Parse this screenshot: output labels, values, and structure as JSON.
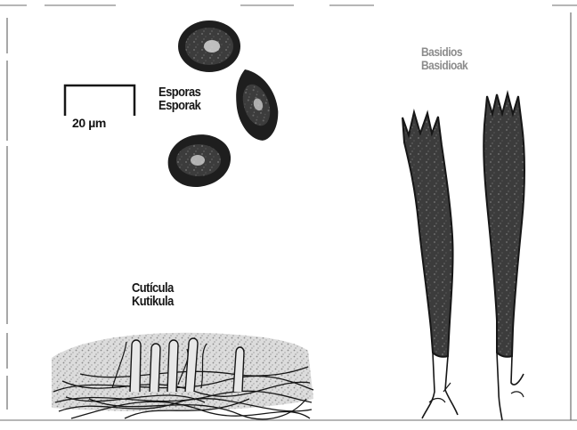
{
  "scale_bar": {
    "label": "20 µm"
  },
  "labels": {
    "spores": [
      "Esporas",
      "Esporak"
    ],
    "basidia": [
      "Basidios",
      "Basidioak"
    ],
    "cuticle": [
      "Cutícula",
      "Kutikula"
    ]
  },
  "colors": {
    "ink": "#161616",
    "structure_fill": "#3a3a3a",
    "basidia_label": "#8c8c8c",
    "cuticle_stipple": "#9a9a9a",
    "frame": "#6e6e6e"
  }
}
